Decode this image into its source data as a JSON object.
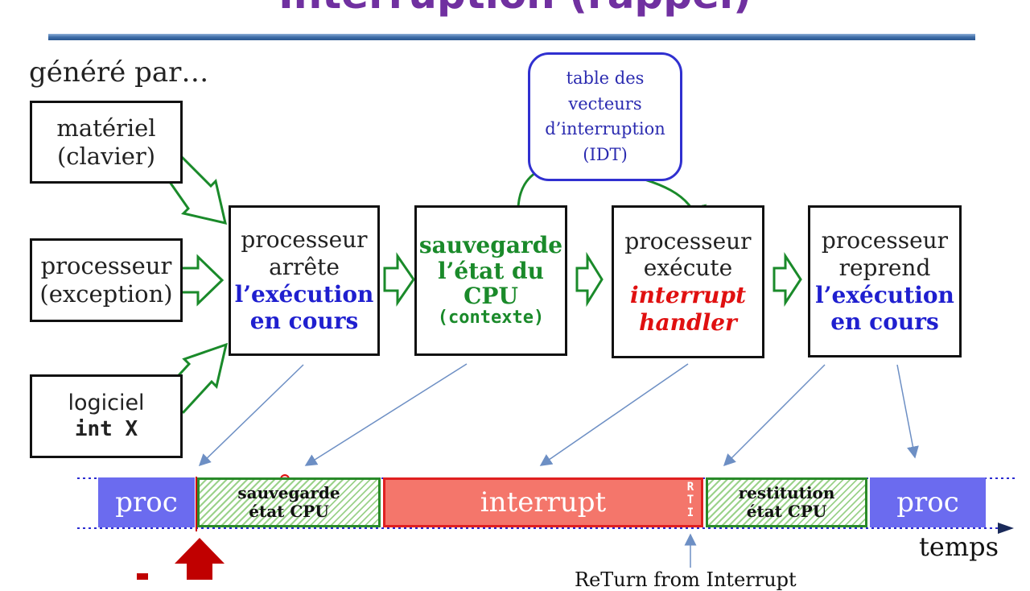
{
  "header": {
    "title": "Interruption (rappel)"
  },
  "generated_by": "généré par…",
  "sources": [
    {
      "line1": "matériel",
      "line2": "(clavier)"
    },
    {
      "line1": "processeur",
      "line2": "(exception)"
    },
    {
      "line1": "logiciel",
      "line2": "int X"
    }
  ],
  "steps": {
    "stop": {
      "l1": "processeur",
      "l2": "arrête",
      "l3": "l’exécution",
      "l4": "en cours"
    },
    "save": {
      "l1": "sauvegarde",
      "l2": "l’état du",
      "l3": "CPU",
      "l4": "(contexte)"
    },
    "exec": {
      "l1": "processeur",
      "l2": "exécute",
      "l3": "interrupt",
      "l4": "handler"
    },
    "resume": {
      "l1": "processeur",
      "l2": "reprend",
      "l3": "l’exécution",
      "l4": "en cours"
    }
  },
  "idt": {
    "l1": "table des",
    "l2": "vecteurs",
    "l3": "d’interruption",
    "l4": "(IDT)"
  },
  "timeline": {
    "proc1": "proc",
    "save_l1": "sauvegarde",
    "save_l2": "état CPU",
    "interrupt": "interrupt",
    "rti": [
      "R",
      "T",
      "I"
    ],
    "restore_l1": "restitution",
    "restore_l2": "état CPU",
    "proc2": "proc",
    "axis_label": "temps"
  },
  "footer": {
    "rti_caption": "ReTurn from Interrupt"
  },
  "colors": {
    "title": "#7030a0",
    "blue_text": "#1f1fcf",
    "green_text": "#1a8a2a",
    "red_text": "#e01010",
    "proc_segment": "#6b6bef",
    "interrupt_segment": "#f4766b"
  }
}
